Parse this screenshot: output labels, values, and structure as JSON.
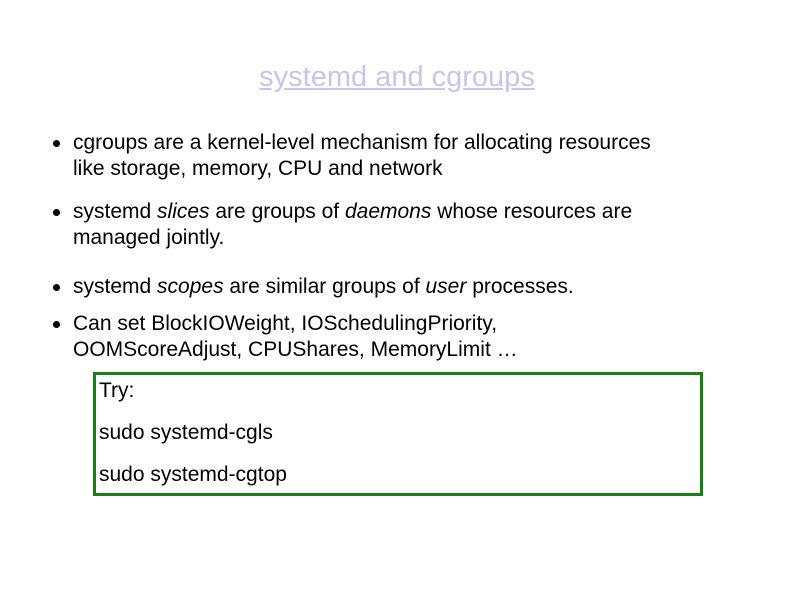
{
  "slide": {
    "title": "systemd and cgroups",
    "colors": {
      "title": "#c6c6e8",
      "body_text": "#000000",
      "box_border": "#168216",
      "background": "#ffffff"
    },
    "bullet_glyph": "•",
    "bullets": [
      {
        "lines": [
          [
            {
              "text": "cgroups are a kernel-level mechanism for allocating resources",
              "italic": false
            }
          ],
          [
            {
              "text": "like storage, memory, CPU and network",
              "italic": false
            }
          ]
        ]
      },
      {
        "lines": [
          [
            {
              "text": "systemd ",
              "italic": false
            },
            {
              "text": "slices",
              "italic": true
            },
            {
              "text": " are groups of ",
              "italic": false
            },
            {
              "text": "daemons",
              "italic": true
            },
            {
              "text": " whose resources are",
              "italic": false
            }
          ],
          [
            {
              "text": "managed jointly.",
              "italic": false
            }
          ]
        ]
      },
      {
        "lines": [
          [
            {
              "text": "systemd ",
              "italic": false
            },
            {
              "text": "scopes",
              "italic": true
            },
            {
              "text": " are similar groups of ",
              "italic": false
            },
            {
              "text": "user",
              "italic": true
            },
            {
              "text": " processes.",
              "italic": false
            }
          ]
        ]
      },
      {
        "lines": [
          [
            {
              "text": "Can set BlockIOWeight, IOSchedulingPriority,",
              "italic": false
            }
          ],
          [
            {
              "text": "OOMScoreAdjust, CPUShares, MemoryLimit  …",
              "italic": false
            }
          ]
        ]
      }
    ],
    "try_box": {
      "lines": [
        {
          "name": "try-label",
          "text": "Try:"
        },
        {
          "name": "command-systemd-cgls",
          "text": "sudo systemd-cgls"
        },
        {
          "name": "command-systemd-cgtop",
          "text": "sudo systemd-cgtop"
        }
      ]
    }
  }
}
